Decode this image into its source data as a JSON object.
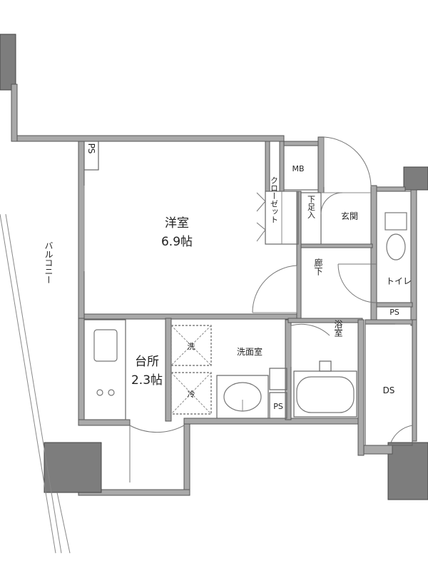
{
  "rooms": {
    "western_room": {
      "name": "洋室",
      "size": "6.9帖"
    },
    "kitchen": {
      "name": "台所",
      "size": "2.3帖"
    },
    "washroom": "洗面室",
    "bathroom": "浴室",
    "entrance": "玄関",
    "hallway": "廊下",
    "toilet": "トイレ",
    "balcony": "バルコニー",
    "closet": "クローゼット",
    "shoe_box": "下足入"
  },
  "labels": {
    "ps": "PS",
    "mb": "MB",
    "ds": "DS",
    "washer": "洗",
    "fridge": "冷"
  }
}
